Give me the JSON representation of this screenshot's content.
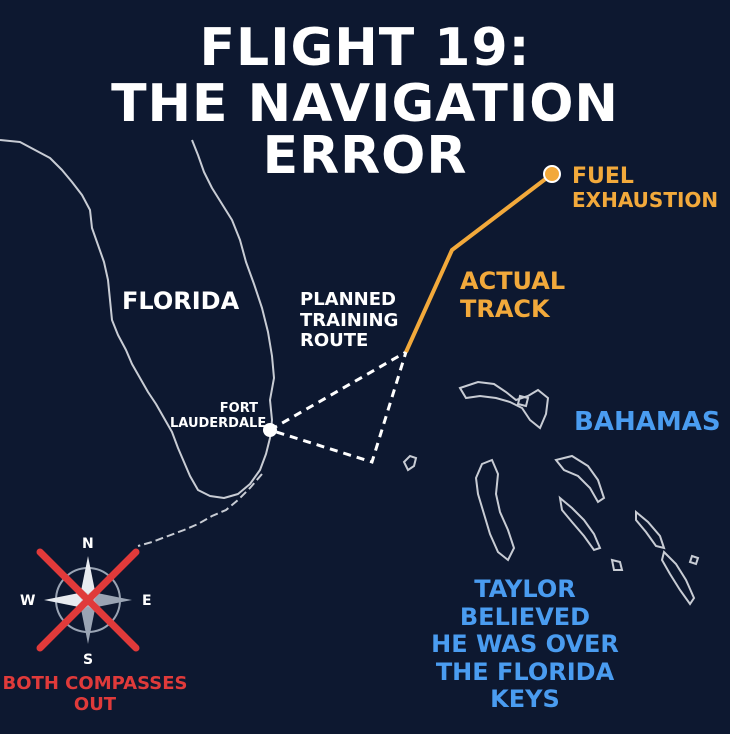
{
  "title": {
    "line1": "FLIGHT 19:",
    "line2": "THE NAVIGATION ERROR"
  },
  "labels": {
    "florida": "FLORIDA",
    "fort_lauderdale_1": "FORT",
    "fort_lauderdale_2": "LAUDERDALE",
    "planned_1": "PLANNED",
    "planned_2": "TRAINING",
    "planned_3": "ROUTE",
    "actual_1": "ACTUAL",
    "actual_2": "TRACK",
    "fuel_1": "FUEL",
    "fuel_2": "EXHAUSTION",
    "bahamas": "BAHAMAS",
    "taylor_1": "TAYLOR BELIEVED",
    "taylor_2": "HE WAS OVER",
    "taylor_3": "THE FLORIDA KEYS",
    "compass_out_1": "BOTH COMPASSES",
    "compass_out_2": "OUT"
  },
  "compass": {
    "n": "N",
    "s": "S",
    "e": "E",
    "w": "W"
  },
  "colors": {
    "background": "#0d1830",
    "coastline": "#c8ccd4",
    "actual_track": "#f2a93b",
    "planned_route": "#ffffff",
    "bahamas_label": "#4a9cf0",
    "compass_cross": "#e03a3a"
  }
}
